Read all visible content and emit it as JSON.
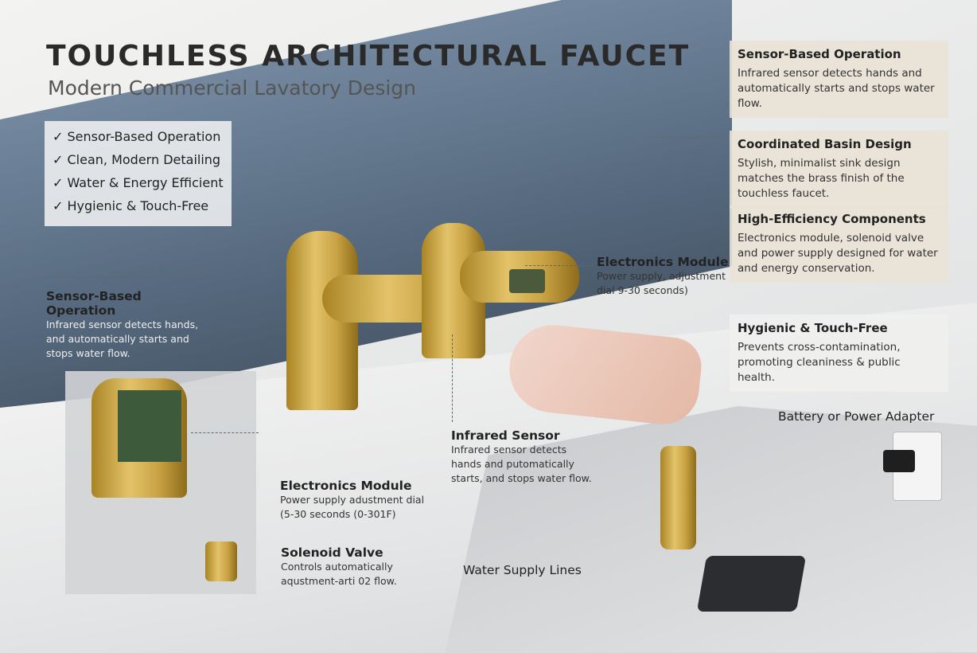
{
  "header": {
    "title": "TOUCHLESS ARCHITECTURAL FAUCET",
    "subtitle": "Modern Commercial Lavatory Design"
  },
  "checklist": {
    "check_icon": "check-icon",
    "items": [
      "Sensor-Based Operation",
      "Clean, Modern Detailing",
      "Water & Energy Efficient",
      "Hygienic & Touch-Free"
    ]
  },
  "feature_cards": [
    {
      "title": "Sensor-Based Operation",
      "body": "Infrared sensor detects hands and automatically starts and stops water flow."
    },
    {
      "title": "Coordinated Basin Design",
      "body": "Stylish, minimalist sink design matches the brass finish of the touchless faucet."
    },
    {
      "title": "High-Efficiency Components",
      "body": "Electronics module, solenoid valve and power supply designed for water and energy conservation."
    },
    {
      "title": "Hygienic & Touch-Free",
      "body": "Prevents cross-contamination, promoting cleaniness & public health."
    }
  ],
  "callouts": {
    "sensor_op": {
      "title": "Sensor-Based Operation",
      "body": "Infrared sensor detects hands, and automatically starts and stops water flow."
    },
    "electronics_top": {
      "title": "Electronics Module",
      "body": "Power supply, adjustment dial 9-30 seconds)"
    },
    "infrared": {
      "title": "Infrared Sensor",
      "body": "Infrared sensor detects hands and putomatically starts, and stops water flow."
    },
    "electronics_bottom": {
      "title": "Electronics Module",
      "body": "Power supply adustment dial (5-30 seconds (0-301F)"
    },
    "solenoid": {
      "title": "Solenoid Valve",
      "body": "Controls automatically aqustment-arti 02 flow."
    },
    "water_lines": {
      "title": "Water Supply Lines"
    },
    "battery": {
      "title": "Battery or Power Adapter"
    }
  },
  "colors": {
    "brass": "#c9a243",
    "tile": "#3f5670",
    "card": "#e9e2d6"
  }
}
